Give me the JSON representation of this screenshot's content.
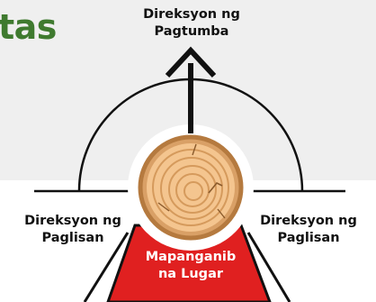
{
  "page": {
    "title_fragment": "tas"
  },
  "labels": {
    "fall_direction": [
      "Direksyon ng",
      "Pagtumba"
    ],
    "escape_left": [
      "Direksyon ng",
      "Paglisan"
    ],
    "escape_right": [
      "Direksyon ng",
      "Paglisan"
    ],
    "danger_zone": [
      "Mapanganib",
      "na Lugar"
    ]
  },
  "colors": {
    "title": "#3f7a2f",
    "danger_zone": "#e02020",
    "stump_fill": "#f6cf9a",
    "bark": "#c98b50"
  }
}
